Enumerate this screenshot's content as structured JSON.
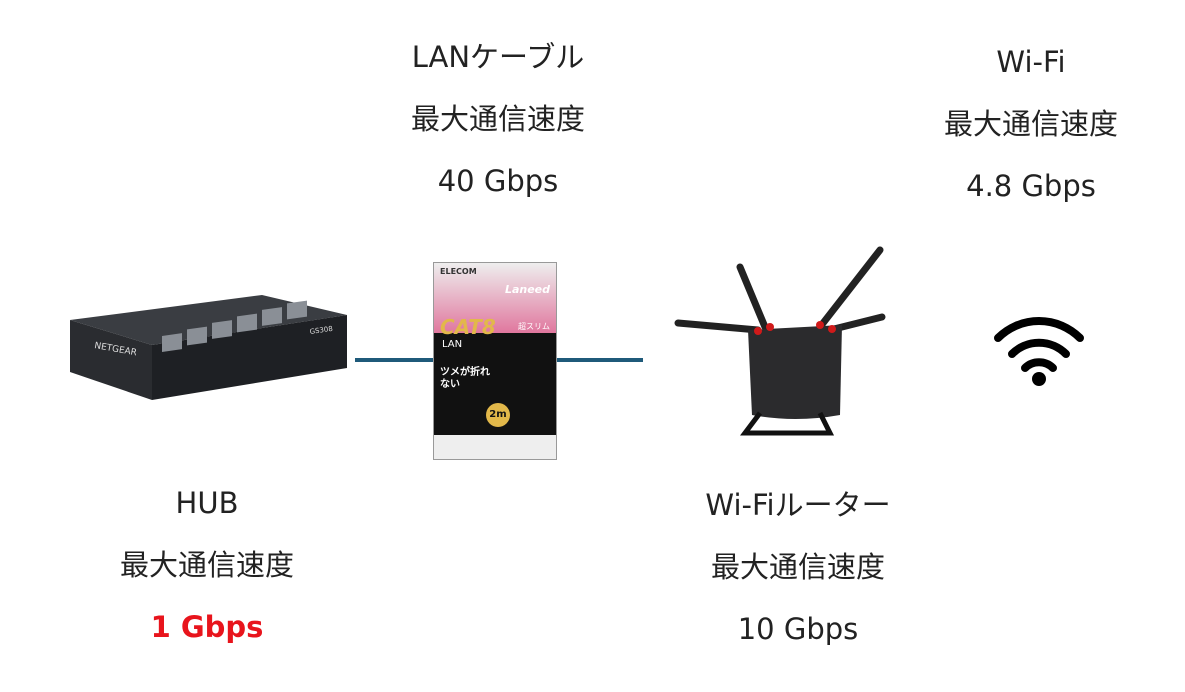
{
  "lan_cable": {
    "name": "LANケーブル",
    "caption": "最大通信速度",
    "speed": "40 Gbps",
    "package_text": {
      "brand": "ELECOM",
      "series": "Laneed",
      "category": "CAT8",
      "type": "LAN",
      "slim": "超スリム",
      "claim": "ツメが折れない",
      "length": "2m"
    }
  },
  "wifi": {
    "name": "Wi-Fi",
    "caption": "最大通信速度",
    "speed": "4.8 Gbps"
  },
  "hub": {
    "name": "HUB",
    "caption": "最大通信速度",
    "speed": "1 Gbps",
    "logo": "NETGEAR",
    "model": "GS308"
  },
  "router": {
    "name": "Wi-Fiルーター",
    "caption": "最大通信速度",
    "speed": "10 Gbps"
  },
  "colors": {
    "highlight": "#e8141c",
    "connector": "#1f5a7a"
  }
}
